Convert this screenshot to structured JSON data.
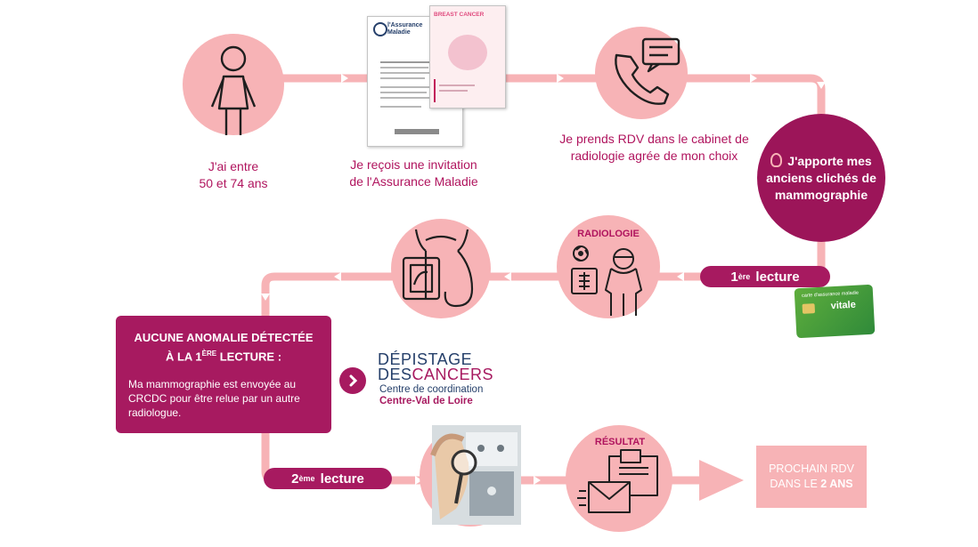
{
  "colors": {
    "track": "#f7b3b6",
    "circle": "#f7b3b6",
    "accent": "#a71a60",
    "text": "#b0145e",
    "navy": "#26406b"
  },
  "step_age": {
    "line1": "J'ai entre",
    "line2": "50 et 74 ans"
  },
  "step_invitation": {
    "line1": "Je reçois une invitation",
    "line2": "de l'Assurance Maladie",
    "doc_brand_1": "l'Assurance",
    "doc_brand_2": "Maladie",
    "doc_poster_title": "BREAST CANCER"
  },
  "step_rdv": {
    "line1": "Je prends RDV dans le cabinet de",
    "line2": "radiologie agrée de mon choix"
  },
  "step_bring": {
    "line1": "J'apporte mes",
    "line2": "anciens clichés de",
    "line3": "mammographie"
  },
  "reading1": {
    "num": "1",
    "sup": "ère",
    "word": "lecture"
  },
  "radiologie_label": "RADIOLOGIE",
  "vitale_card": {
    "top": "carte d'assurance maladie",
    "brand": "vitale"
  },
  "no_anomaly": {
    "title_line1": "AUCUNE ANOMALIE DÉTECTÉE",
    "title_line2_a": "À LA 1",
    "title_line2_sup": "ÈRE",
    "title_line2_b": " LECTURE :",
    "body": "Ma mammographie est envoyée au CRCDC pour être relue par un autre radiologue."
  },
  "depistage_logo": {
    "line1": "DÉPISTAGE",
    "line2_a": "DES",
    "line2_b": "CANCERS",
    "line3": "Centre de coordination",
    "line4": "Centre-Val de Loire"
  },
  "reading2": {
    "num": "2",
    "sup": "ème",
    "word": "lecture"
  },
  "resultat_label": "RÉSULTAT",
  "next_rdv": {
    "line1": "PROCHAIN RDV",
    "line2_a": "DANS LE ",
    "line2_b": "2 ANS"
  }
}
